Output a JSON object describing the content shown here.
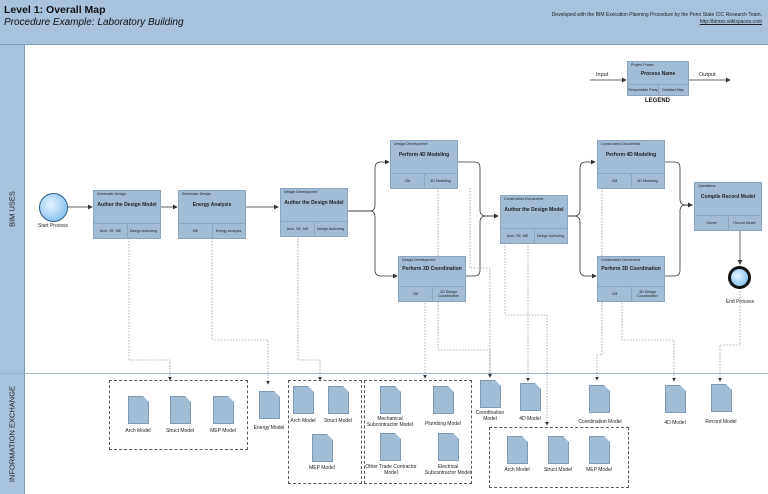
{
  "header": {
    "title": "Level 1: Overall Map",
    "subtitle": "Procedure Example: Laboratory Building",
    "developed_with": "Developed with the BIM Execution Planning Procedure by the Penn State CIC Research Team.",
    "url": "http://bimex.wikispaces.com"
  },
  "lanes": {
    "bim_uses": "BIM USES",
    "information_exchange": "INFORMATION EXCHANGE"
  },
  "legend": {
    "phase": "Project Phase",
    "process_name": "Process Name",
    "responsible": "Responsible Party",
    "detailed_map": "Detailed Map",
    "input": "Input",
    "output": "Output",
    "title": "LEGEND"
  },
  "start_label": "Start Process",
  "end_label": "End Process",
  "processes": [
    {
      "phase": "Schematic Design",
      "name": "Author the Design Model",
      "party": "Arch, SE, ME",
      "map": "Design Authoring"
    },
    {
      "phase": "Schematic Design",
      "name": "Energy Analysis",
      "party": "ME",
      "map": "Energy Analysis"
    },
    {
      "phase": "Design Development",
      "name": "Author the Design Model",
      "party": "Arch, SE, ME",
      "map": "Design Authoring"
    },
    {
      "phase": "Design Development",
      "name": "Perform 4D Modeling",
      "party": "CM",
      "map": "4D Modeling"
    },
    {
      "phase": "Design Development",
      "name": "Perform 3D Coordination",
      "party": "CM",
      "map": "3D Design Coordination"
    },
    {
      "phase": "Construction Documents",
      "name": "Author the Design Model",
      "party": "Arch, SE, ME",
      "map": "Design Authoring"
    },
    {
      "phase": "Construction Documents",
      "name": "Perform 4D Modeling",
      "party": "CM",
      "map": "4D Modeling"
    },
    {
      "phase": "Construction Documents",
      "name": "Perform 3D Coordination",
      "party": "CM",
      "map": "3D Design Coordination"
    },
    {
      "phase": "Operations",
      "name": "Compile Record Model",
      "party": "Owner",
      "map": "Record Model"
    }
  ],
  "documents": [
    "Arch Model",
    "Struct Model",
    "MEP Model",
    "Energy Model",
    "Arch Model",
    "Struct Model",
    "MEP Model",
    "Mechanical Subcontractor Model",
    "Plumbing Model",
    "Other Trade Contractor Model",
    "Electrical Subcontractor Model",
    "Coordination Model",
    "4D Model",
    "Coordination Model",
    "4D Model",
    "Record Model",
    "Arch Model",
    "Struct Model",
    "MEP Model"
  ]
}
